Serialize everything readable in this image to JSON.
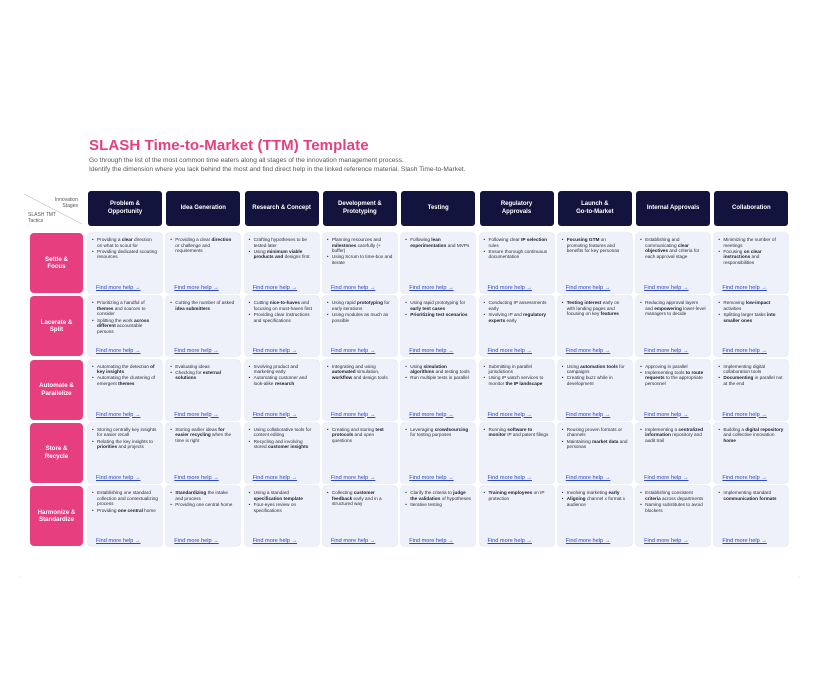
{
  "title": "SLASH Time-to-Market (TTM) Template",
  "subtitle_lines": [
    "Go through the list of the most common time eaters along all stages of the innovation management process.",
    "Identify the dimension where you lack behind the most and find direct help in the linked reference material. Slash Time-to-Market."
  ],
  "corner": {
    "stages_label": "Innovation\nStages",
    "tactics_label": "SLASH TMT\nTactics"
  },
  "help_label": "Find more help  →",
  "columns": [
    "Problem &\nOpportunity",
    "Idea Generation",
    "Research & Concept",
    "Development &\nPrototyping",
    "Testing",
    "Regulatory\nApprovals",
    "Launch &\nGo-to-Market",
    "Internal Approvals",
    "Collaboration"
  ],
  "rows": [
    {
      "label": "Settle &\nFocus",
      "cells": [
        [
          "Providing a **clear** direction on what to scout for",
          "Providing dedicated scouting resources"
        ],
        [
          "Providing a clear **direction** or challenge and requirements"
        ],
        [
          "Crafting hypotheses to be tested later",
          "Using **minimum viable products and** designs first"
        ],
        [
          "Planning resources and **milestones** carefully (+ buffer)",
          "Using Scrum to time-box and iterate"
        ],
        [
          "Following **lean experimentation** and MVPs"
        ],
        [
          "Following clear **IP selection** rules",
          "Ensure thorough continuous documentation"
        ],
        [
          "**Focusing GTM** on promoting features and benefits for key personas"
        ],
        [
          "Establishing and communicating **clear objectives** and criteria for each approval stage"
        ],
        [
          "Minimizing the number of meetings",
          "Focusing **on clear instructions** and responsibilities"
        ]
      ]
    },
    {
      "label": "Lacerate &\nSplit",
      "cells": [
        [
          "Prioritizing a handful of **themes** and sources to consider",
          "Splitting the work **across different** accountable persons"
        ],
        [
          "Cutting the number of asked **idea submitters**"
        ],
        [
          "Cutting **nice-to-haves** and focusing on must-haves first",
          "Providing clear instructions and specifications"
        ],
        [
          "Using rapid **prototyping** for early iterations",
          "Using modules as much as possible"
        ],
        [
          "Using rapid prototyping for **early test cases**",
          "**Prioritizing test scenarios**"
        ],
        [
          "Conducting IP assessments early",
          "Involving IP and **regulatory experts** early"
        ],
        [
          "**Testing interest** early on with landing pages and focusing on key **features**"
        ],
        [
          "Reducing approval layers and **empowering** lower-level managers to decide"
        ],
        [
          "Removing **low-impact** activities",
          "Splitting larger tasks **into smaller ones**"
        ]
      ]
    },
    {
      "label": "Automate &\nParallelize",
      "cells": [
        [
          "Automating the detection **of key insights**",
          "Automating the clustering of emergent **themes**"
        ],
        [
          "Evaluating ideas",
          "Checking for **external solutions**"
        ],
        [
          "Involving product and marketing early",
          "Automating customer and look-alike **research**"
        ],
        [
          "Integrating and using **automated** simulation, **workflow** and design tools"
        ],
        [
          "Using **simulation algorithms** and testing tools",
          "Run multiple tests in parallel"
        ],
        [
          "Submitting in parallel jurisdictions",
          "Using IP watch services to monitor **the IP landscape**"
        ],
        [
          "Using **automation tools** for campaigns",
          "Creating buzz while in development"
        ],
        [
          "Approving in parallel",
          "Implementing tools **to route requests** to the appropriate personnel"
        ],
        [
          "Implementing digital collaboration tools",
          "**Documenting** in parallel not at the end"
        ]
      ]
    },
    {
      "label": "Store &\nRecycle",
      "cells": [
        [
          "Storing centrally key insights for easier recall",
          "Relating the key insights to **priorities** and projects"
        ],
        [
          "Storing earlier ideas **for easier recycling** when the time is right"
        ],
        [
          "Using collaborative tools for content editing",
          "Recycling and involving stored **customer insights**"
        ],
        [
          "Creating and storing **test protocols** and open questions"
        ],
        [
          "Leveraging **crowdsourcing** for testing purposes"
        ],
        [
          "Running **software to monitor** IP and patent filings"
        ],
        [
          "Reusing proven formats or channels",
          "Maintaining **market data** and personas"
        ],
        [
          "Implementing a **centralized information** repository and audit trail"
        ],
        [
          "Building a **digital repository** and collective innovation **home**"
        ]
      ]
    },
    {
      "label": "Harmonize &\nStandardize",
      "cells": [
        [
          "Establishing one standard collection and contextualizing process",
          "Providing **one central** home"
        ],
        [
          "**Standardizing** the intake and process",
          "Providing one central home"
        ],
        [
          "Using a standard **specification template**",
          "Four-eyes review on specifications"
        ],
        [
          "Collecting **customer feedback** early and in a structured way"
        ],
        [
          "Clarify the criteria to **judge the validation** of hypotheses",
          "Iterative testing"
        ],
        [
          "**Training employees** on IP protection"
        ],
        [
          "Involving marketing **early**",
          "**Aligning** channel x format x audience"
        ],
        [
          "Establishing consistent **criteria** across departments",
          "Naming substitutes to avoid blockers"
        ],
        [
          "Implementing standard **communication formats**"
        ]
      ]
    }
  ]
}
